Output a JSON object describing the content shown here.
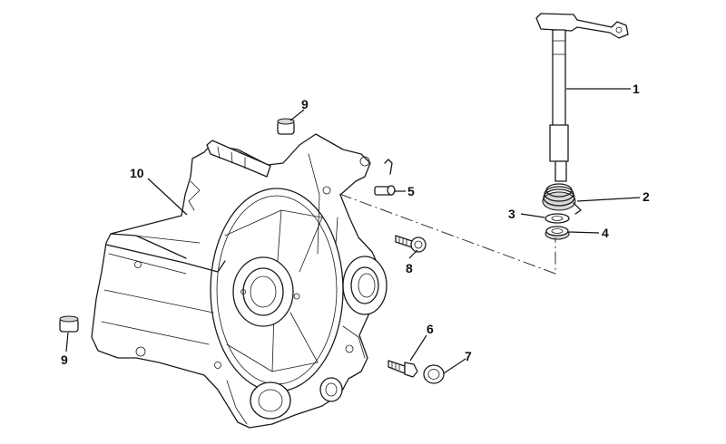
{
  "callouts": {
    "c1": "1",
    "c2": "2",
    "c3": "3",
    "c4": "4",
    "c5": "5",
    "c6": "6",
    "c7": "7",
    "c8": "8",
    "c9a": "9",
    "c9b": "9",
    "c10": "10"
  }
}
